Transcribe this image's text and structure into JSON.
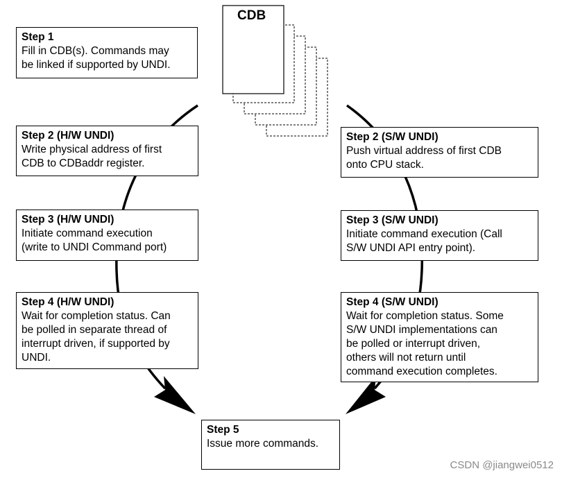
{
  "cdb": {
    "label": "CDB"
  },
  "steps": {
    "step1": {
      "title": "Step 1",
      "body": "Fill in CDB(s).  Commands may\nbe linked if supported by UNDI."
    },
    "step2_hw": {
      "title": "Step 2 (H/W UNDI)",
      "body": "Write physical address of first\nCDB to CDBaddr register."
    },
    "step3_hw": {
      "title": "Step 3 (H/W UNDI)",
      "body": "Initiate command execution\n(write to UNDI Command port)"
    },
    "step4_hw": {
      "title": "Step 4 (H/W UNDI)",
      "body": "Wait for completion status. Can\nbe polled in separate thread of\ninterrupt driven, if supported by\nUNDI."
    },
    "step2_sw": {
      "title": "Step 2 (S/W UNDI)",
      "body": "Push virtual address of first CDB\nonto CPU stack."
    },
    "step3_sw": {
      "title": "Step 3 (S/W UNDI)",
      "body": "Initiate command execution (Call\nS/W UNDI API entry point)."
    },
    "step4_sw": {
      "title": "Step 4 (S/W UNDI)",
      "body": "Wait for completion status.  Some\nS/W UNDI implementations can\nbe polled or interrupt driven,\nothers will not return until\ncommand execution completes."
    },
    "step5": {
      "title": "Step 5",
      "body": "Issue more commands."
    }
  },
  "watermark": "CSDN @jiangwei0512"
}
